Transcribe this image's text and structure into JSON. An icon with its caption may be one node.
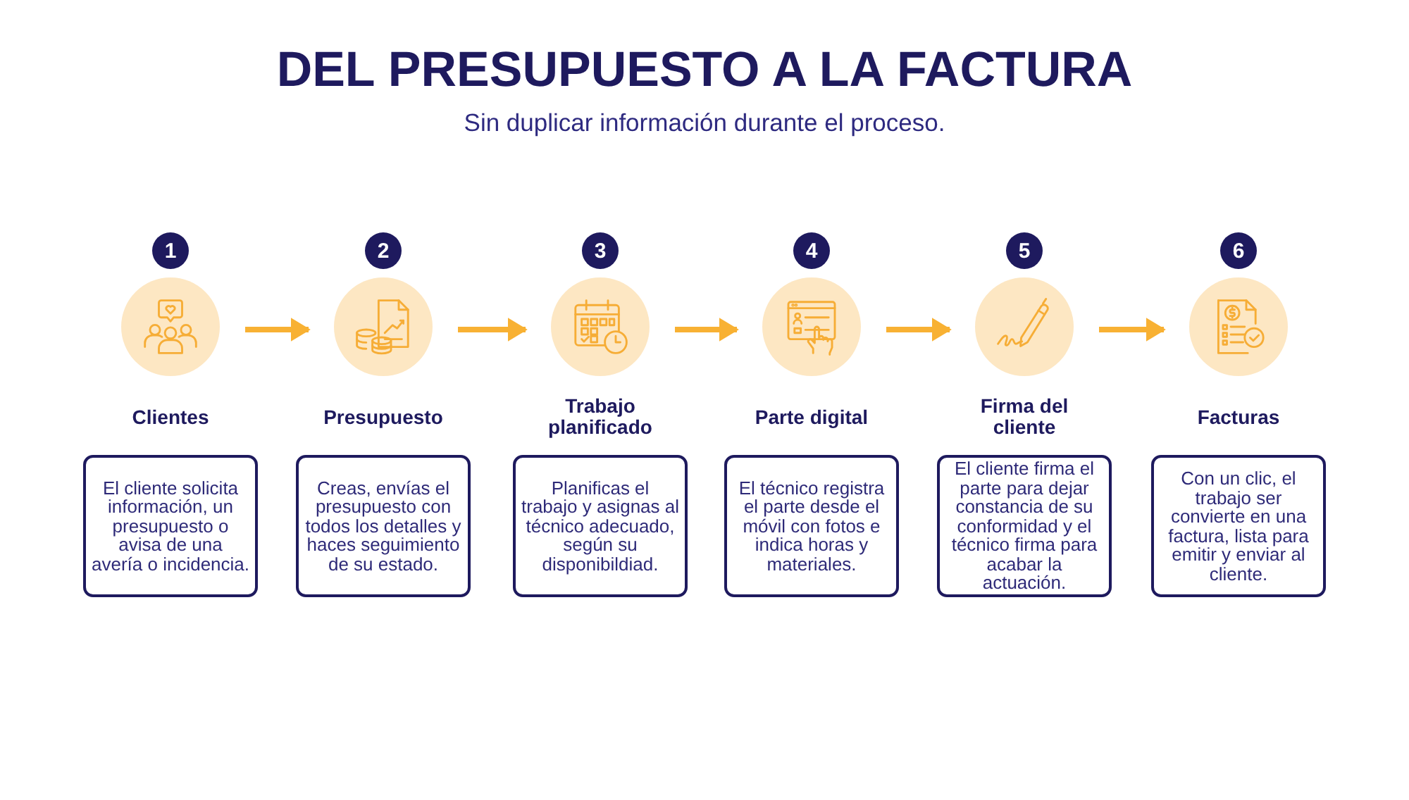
{
  "diagram": {
    "title": "DEL PRESUPUESTO A LA FACTURA",
    "nodes": [
      {
        "text": [
          "1"
        ]
      },
      {
        "text": [],
        "shape": "circle"
      },
      {
        "text": [
          "Clientes",
          "El cliente solicita información, un presupuesto o avisa de una avería o incidencia."
        ]
      },
      {
        "text": [
          "2"
        ]
      },
      {
        "text": [],
        "shape": "circle"
      },
      {
        "text": [
          "Presupuesto",
          "Creas, envías el presupuesto con todos los detalles y haces seguimiento de su estado."
        ]
      },
      {
        "text": [
          "3"
        ]
      },
      {
        "text": [],
        "shape": "circle"
      },
      {
        "text": [
          "Trabajo planificado",
          "Planificas el trabajo y asignas al técnico adecuado, según su disponibildiad."
        ]
      },
      {
        "text": [
          "4"
        ]
      },
      {
        "text": [],
        "shape": "circle"
      },
      {
        "text": [
          "Parte digital",
          "El técnico registra el parte desde el móvil con fotos e indica horas y materiales."
        ]
      },
      {
        "text": [
          "5"
        ]
      },
      {
        "text": [],
        "shape": "circle"
      },
      {
        "text": [
          "Firma del cliente",
          "El cliente firma el parte para dejar constancia de su conformidad y el técnico firma para acabar la actuación."
        ]
      },
      {
        "text": [
          "6"
        ]
      },
      {
        "text": [],
        "shape": "circle"
      },
      {
        "text": [
          "Facturas",
          "Con un clic, el trabajo ser convierte en una factura, lista para emitir y enviar al cliente."
        ]
      }
    ],
    "edges": [
      {
        "from": 1,
        "to": 4,
        "arrow": "to"
      },
      {
        "from": 4,
        "to": 7,
        "arrow": "to"
      },
      {
        "from": 7,
        "to": 10,
        "arrow": "to"
      },
      {
        "from": 10,
        "to": 13,
        "arrow": "to"
      },
      {
        "from": 13,
        "to": 16,
        "arrow": "to"
      }
    ],
    "labels": [
      "Sin duplicar información durante el proceso."
    ]
  }
}
